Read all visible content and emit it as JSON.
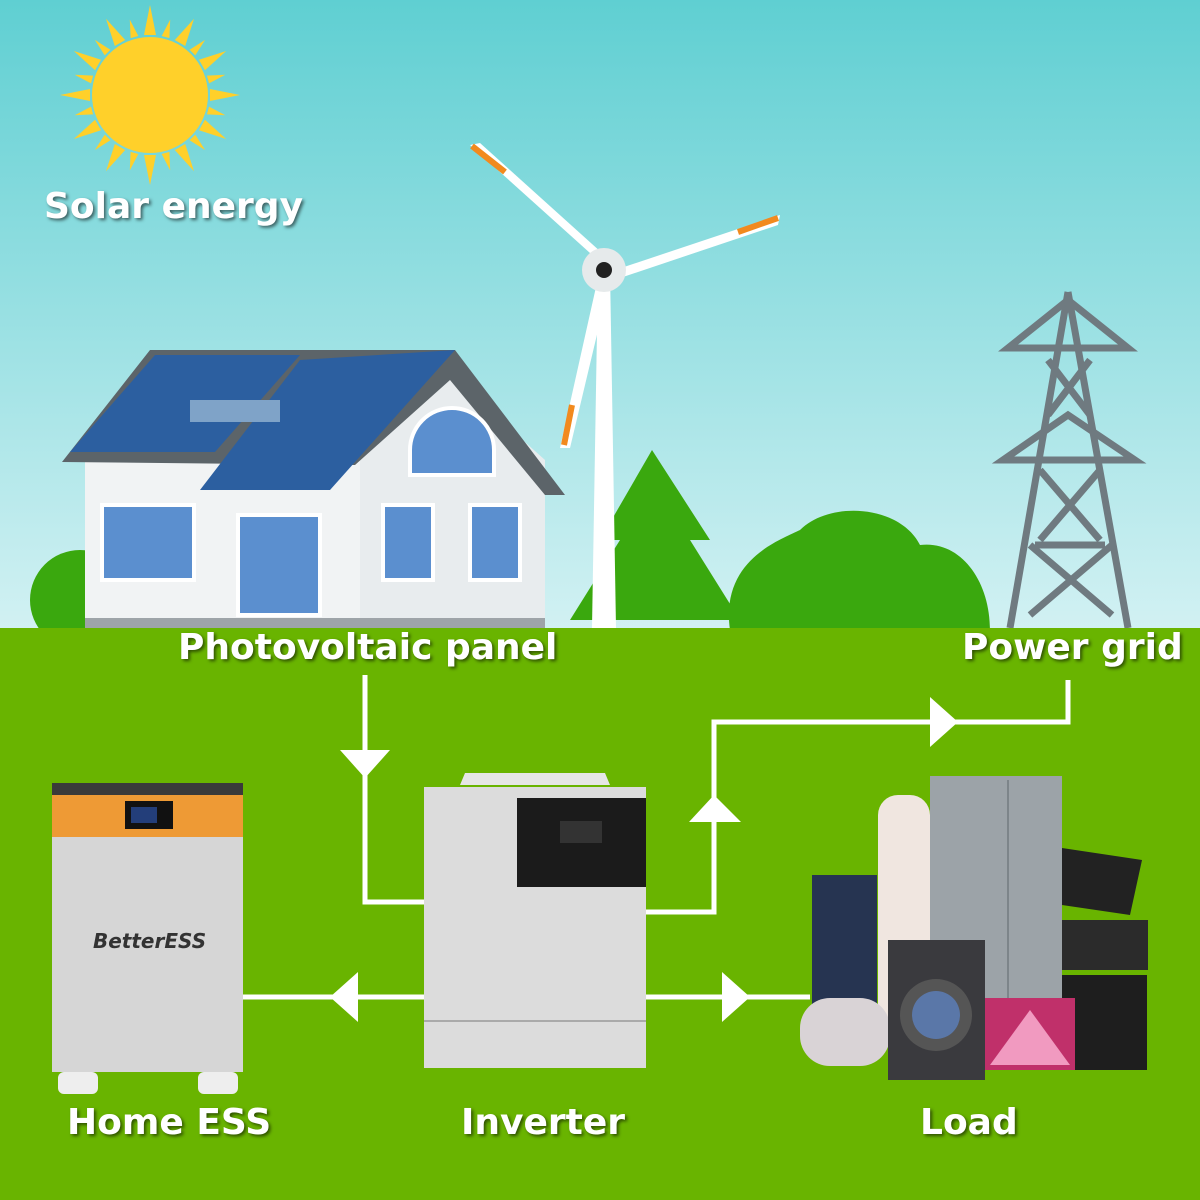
{
  "labels": {
    "solar": "Solar energy",
    "pv": "Photovoltaic panel",
    "grid": "Power grid",
    "ess": "Home ESS",
    "inverter": "Inverter",
    "load": "Load"
  },
  "brand": "BetterESS®",
  "colors": {
    "sky_top": "#5fcfd2",
    "sky_bottom": "#d2f1f3",
    "ground": "#69b400",
    "sun": "#ffd02a",
    "battery_band": "#ee9a35"
  }
}
